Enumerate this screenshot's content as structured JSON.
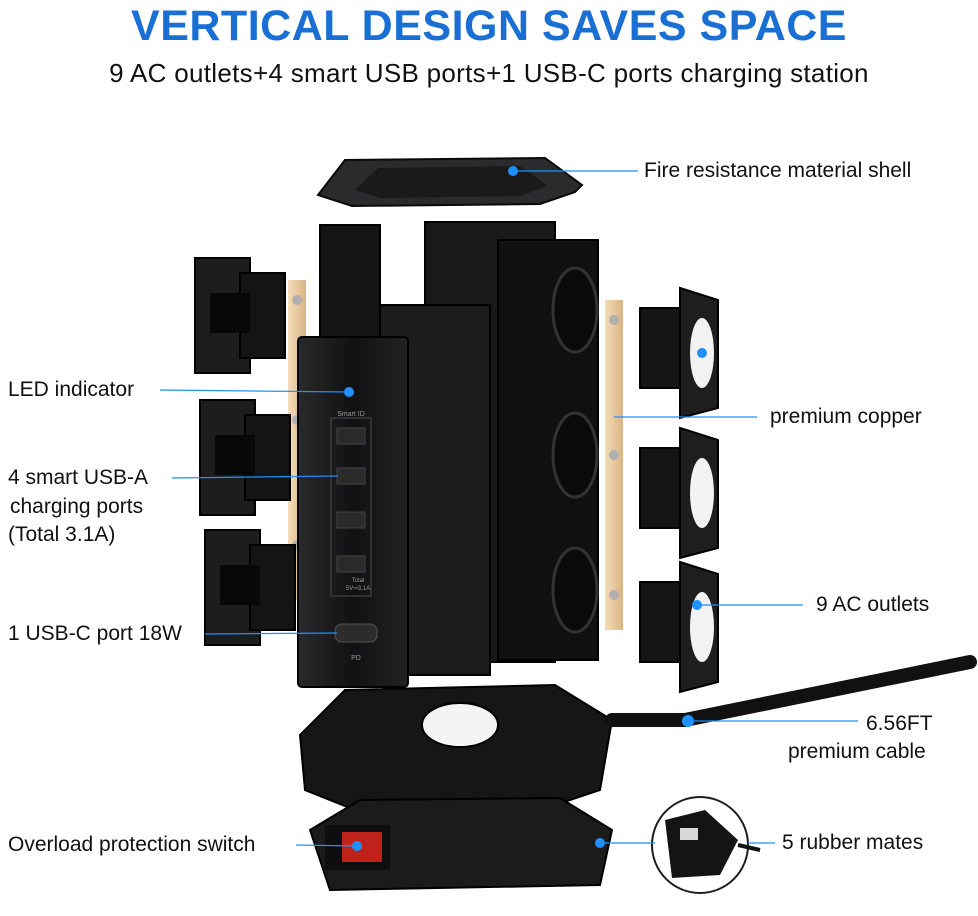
{
  "header": {
    "title": "VERTICAL DESIGN SAVES SPACE",
    "subtitle": "9 AC outlets+4 smart USB ports+1 USB-C ports charging station"
  },
  "colors": {
    "accent": "#1a6fd4",
    "pointer": "#1e90ff",
    "body": "#0f0f10",
    "copper": "#e8c9a0"
  },
  "panel": {
    "smart_id_label": "Smart ID",
    "total_label": "Total",
    "rating_label": "5V⎓3.1A",
    "pd_label": "PD"
  },
  "callouts": {
    "shell": "Fire resistance material shell",
    "led": "LED indicator",
    "usb_a_line1": "4 smart USB-A",
    "usb_a_line2": "charging ports",
    "usb_a_line3": "(Total 3.1A)",
    "usb_c": "1 USB-C port 18W",
    "copper": "premium copper",
    "ac": "9 AC outlets",
    "cable_line1": "6.56FT",
    "cable_line2": "premium cable",
    "overload": "Overload protection switch",
    "mates": "5 rubber mates"
  }
}
